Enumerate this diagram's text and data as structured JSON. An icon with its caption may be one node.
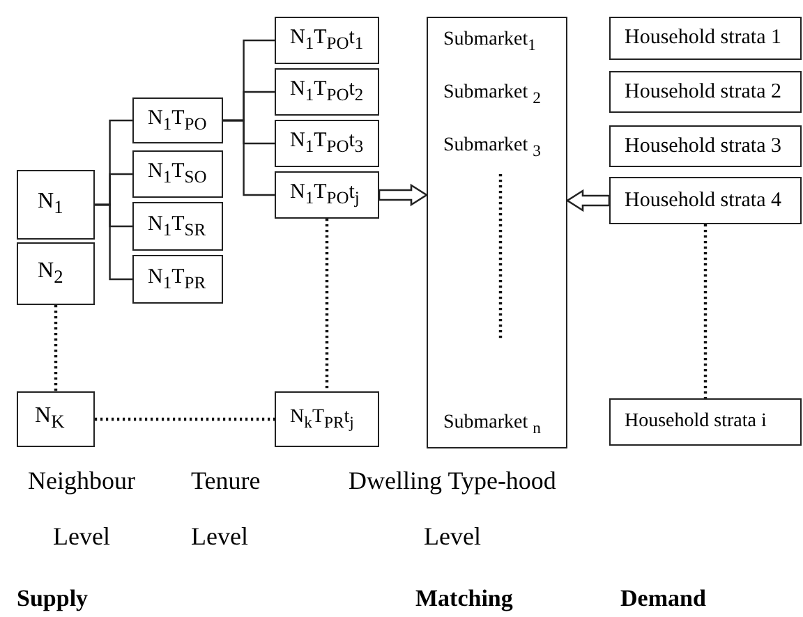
{
  "diagram": {
    "nodes": [
      {
        "text": [
          "N$_{1}$"
        ]
      },
      {
        "text": [
          "N$_{2}$"
        ]
      },
      {
        "text": [
          "N$_{K}$"
        ]
      },
      {
        "text": [
          "N$_{1}$T$_{PO}$"
        ]
      },
      {
        "text": [
          "N$_{1}$T$_{SO}$"
        ]
      },
      {
        "text": [
          "N$_{1}$T$_{SR}$"
        ]
      },
      {
        "text": [
          "N$_{1}$T$_{PR}$"
        ]
      },
      {
        "text": [
          "N$_{1}$T$_{PO}$t$_{1}$"
        ]
      },
      {
        "text": [
          "N$_{1}$T$_{PO}$t$_{2}$"
        ]
      },
      {
        "text": [
          "N$_{1}$T$_{PO}$t$_{3}$"
        ]
      },
      {
        "text": [
          "N$_{1}$T$_{PO}$t$_{j}$"
        ]
      },
      {
        "text": [
          "N$_{k}$T$_{PR}$t$_{j}$"
        ]
      },
      {
        "text": [
          "Submarket$_{1}$",
          "Submarket $_{2}$",
          "Submarket $_{3}$",
          "Submarket $_{n}$"
        ]
      },
      {
        "text": [
          "Household strata 1"
        ]
      },
      {
        "text": [
          "Household strata 2"
        ]
      },
      {
        "text": [
          "Household strata 3"
        ]
      },
      {
        "text": [
          "Household strata 4"
        ]
      },
      {
        "text": [
          "Household strata i"
        ]
      }
    ],
    "edges": [
      {
        "from": 0,
        "to": 3,
        "arrow": "none"
      },
      {
        "from": 0,
        "to": 4,
        "arrow": "none"
      },
      {
        "from": 0,
        "to": 5,
        "arrow": "none"
      },
      {
        "from": 0,
        "to": 6,
        "arrow": "none"
      },
      {
        "from": 3,
        "to": 7,
        "arrow": "none"
      },
      {
        "from": 3,
        "to": 8,
        "arrow": "none"
      },
      {
        "from": 3,
        "to": 9,
        "arrow": "none"
      },
      {
        "from": 3,
        "to": 10,
        "arrow": "none"
      },
      {
        "from": 10,
        "to": 12,
        "arrow": "to",
        "style": "thick"
      },
      {
        "from": 16,
        "to": 12,
        "arrow": "to",
        "style": "thick"
      },
      {
        "from": 1,
        "to": 2,
        "arrow": "none",
        "style": "dashed"
      },
      {
        "from": 2,
        "to": 11,
        "arrow": "none",
        "style": "dashed"
      },
      {
        "from": 10,
        "to": 11,
        "arrow": "none",
        "style": "dashed"
      },
      {
        "from": 16,
        "to": 17,
        "arrow": "none",
        "style": "dashed"
      }
    ],
    "labels": [
      "Neighbour Level",
      "Tenure Level",
      "Dwelling Type-hood Level",
      "Supply",
      "Matching",
      "Demand"
    ]
  }
}
